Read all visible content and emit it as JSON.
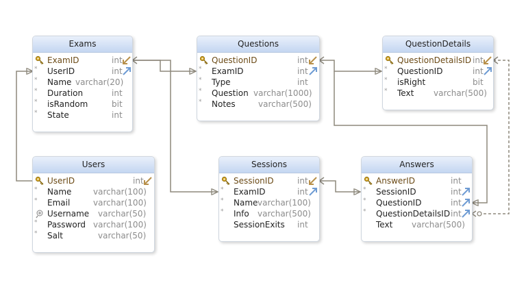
{
  "tables": {
    "exams": {
      "title": "Exams",
      "columns": [
        {
          "name": "ExamID",
          "type": "int",
          "pk": true
        },
        {
          "name": "UserID",
          "type": "int"
        },
        {
          "name": "Name",
          "type": "varchar(20)"
        },
        {
          "name": "Duration",
          "type": "int"
        },
        {
          "name": "isRandom",
          "type": "bit"
        },
        {
          "name": "State",
          "type": "int"
        }
      ]
    },
    "questions": {
      "title": "Questions",
      "columns": [
        {
          "name": "QuestionID",
          "type": "int",
          "pk": true
        },
        {
          "name": "ExamID",
          "type": "int"
        },
        {
          "name": "Type",
          "type": "int"
        },
        {
          "name": "Question",
          "type": "varchar(1000)"
        },
        {
          "name": "Notes",
          "type": "varchar(500)"
        }
      ]
    },
    "question_details": {
      "title": "QuestionDetails",
      "columns": [
        {
          "name": "QuestionDetailsID",
          "type": "int",
          "pk": true
        },
        {
          "name": "QuestionID",
          "type": "int"
        },
        {
          "name": "isRight",
          "type": "bit"
        },
        {
          "name": "Text",
          "type": "varchar(500)"
        }
      ]
    },
    "users": {
      "title": "Users",
      "columns": [
        {
          "name": "UserID",
          "type": "int",
          "pk": true
        },
        {
          "name": "Name",
          "type": "varchar(100)"
        },
        {
          "name": "Email",
          "type": "varchar(100)"
        },
        {
          "name": "Username",
          "type": "varchar(50)"
        },
        {
          "name": "Password",
          "type": "varchar(100)"
        },
        {
          "name": "Salt",
          "type": "varchar(50)"
        }
      ]
    },
    "sessions": {
      "title": "Sessions",
      "columns": [
        {
          "name": "SessionID",
          "type": "int",
          "pk": true
        },
        {
          "name": "ExamID",
          "type": "int"
        },
        {
          "name": "Name",
          "type": "varchar(100)"
        },
        {
          "name": "Info",
          "type": "varchar(500)"
        },
        {
          "name": "SessionExits",
          "type": "int"
        }
      ]
    },
    "answers": {
      "title": "Answers",
      "columns": [
        {
          "name": "AnswerID",
          "type": "int",
          "pk": true
        },
        {
          "name": "SessionID",
          "type": "int"
        },
        {
          "name": "QuestionID",
          "type": "int"
        },
        {
          "name": "QuestionDetailsID",
          "type": "int"
        },
        {
          "name": "Text",
          "type": "varchar(500)"
        }
      ]
    }
  },
  "colors": {
    "line": "#8d887c",
    "header_top": "#e9f0fb",
    "header_bottom": "#c4d6f1",
    "key": "#d3a21e",
    "arrow_pk": "#b8904a",
    "arrow_fk": "#6e9bd3"
  },
  "icons": {
    "primary_key": "key-icon",
    "unique_index": "unique-key-icon",
    "reference_arrow": "arrow-icon"
  }
}
